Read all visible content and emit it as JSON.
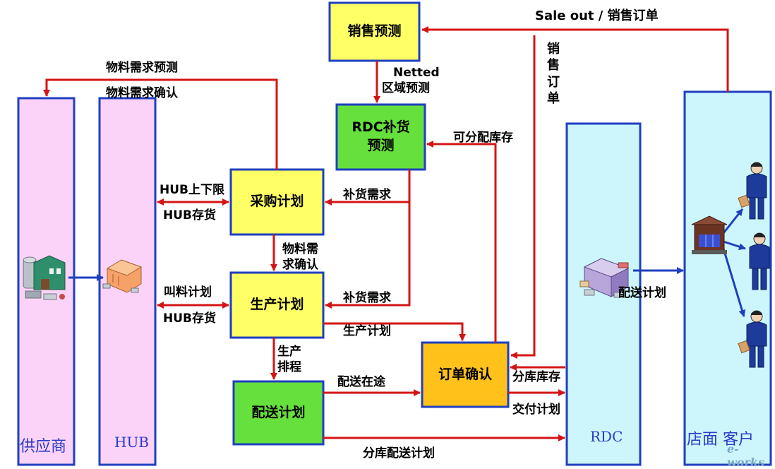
{
  "columns": {
    "supplier": "供应商",
    "hub": "HUB",
    "rdc": "RDC",
    "store": "店面 客户"
  },
  "boxes": {
    "sales_forecast": "销售预测",
    "rdc_replenish_line1": "RDC补货",
    "rdc_replenish_line2": "预测",
    "procurement_plan": "采购计划",
    "production_plan": "生产计划",
    "delivery_plan": "配送计划",
    "order_confirm": "订单确认"
  },
  "labels": {
    "sale_out": "Sale out / 销售订单",
    "sales_order_vertical": [
      "销",
      "售",
      "订",
      "单"
    ],
    "netted": "Netted",
    "regional_forecast": "区域预测",
    "material_forecast": "物料需求预测",
    "material_confirm": "物料需求确认",
    "available_stock": "可分配库存",
    "hub_limits": "HUB上下限",
    "hub_stock_1": "HUB存货",
    "replenish_demand_1": "补货需求",
    "material_demand_confirm_l1": "物料需",
    "material_demand_confirm_l2": "求确认",
    "call_material_plan": "叫料计划",
    "hub_stock_2": "HUB存货",
    "replenish_demand_2": "补货需求",
    "production_plan_label": "生产计划",
    "production_schedule_l1": "生产",
    "production_schedule_l2": "排程",
    "in_transit": "配送在途",
    "branch_stock": "分库库存",
    "delivery_plan_label": "交付计划",
    "dist_plan": "配送计划",
    "branch_delivery_plan": "分库配送计划"
  },
  "watermark": "e-works",
  "colors": {
    "arrow_red": "#d41414",
    "arrow_blue": "#1f3fbf",
    "box_yellow": "#ffff66",
    "box_green": "#66e03c",
    "box_orange": "#ffc11a",
    "col_pink": "#fbd3f8",
    "col_cyan": "#ccf6fb",
    "border_blue": "#1f3fbf"
  },
  "icons": [
    "factory-icon",
    "warehouse-icon",
    "distribution-center-icon",
    "store-icon",
    "customer-icon"
  ]
}
